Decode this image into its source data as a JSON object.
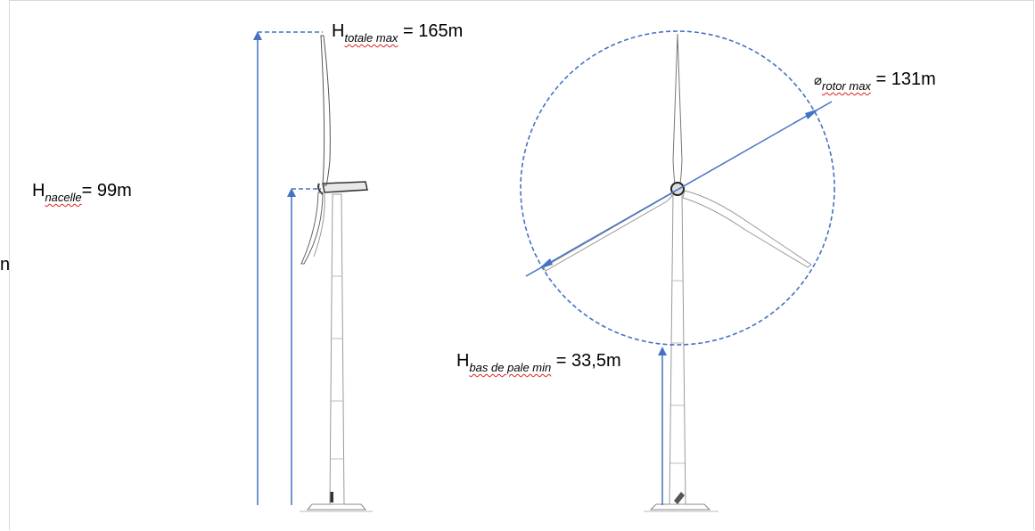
{
  "labels": {
    "h_totale": {
      "symbol": "H",
      "subscript": "totale max",
      "value": " = 165m"
    },
    "h_nacelle": {
      "symbol": "H",
      "subscript": "nacelle",
      "value": "= 99m"
    },
    "rotor_diameter": {
      "symbol": "⌀",
      "subscript": "rotor max",
      "value": " = 131m"
    },
    "h_bas_pale": {
      "symbol": "H",
      "subscript": "bas de pale min",
      "value": " = 33,5m"
    }
  },
  "edge_text": "n",
  "colors": {
    "dimension_line": "#4472c4",
    "turbine_outline": "#555555",
    "turbine_light": "#aaaaaa"
  }
}
